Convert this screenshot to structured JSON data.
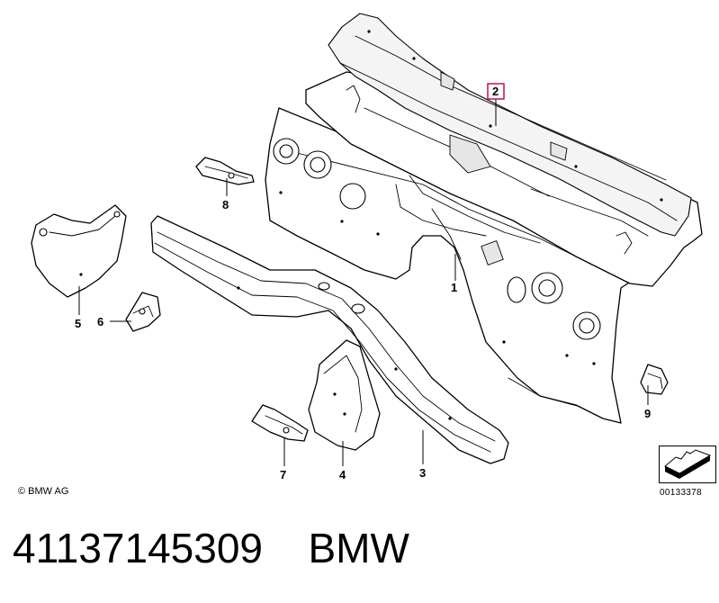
{
  "diagram": {
    "callouts": [
      {
        "id": "1",
        "label": "1"
      },
      {
        "id": "2",
        "label": "2",
        "highlight_color": "#c0003c"
      },
      {
        "id": "3",
        "label": "3"
      },
      {
        "id": "4",
        "label": "4"
      },
      {
        "id": "5",
        "label": "5"
      },
      {
        "id": "6",
        "label": "6"
      },
      {
        "id": "7",
        "label": "7"
      },
      {
        "id": "8",
        "label": "8"
      },
      {
        "id": "9",
        "label": "9"
      }
    ],
    "copyright": "© BMW AG",
    "reference_code": "00133378",
    "reference_icon": "orientation-arrow-icon"
  },
  "caption": {
    "part_number": "41137145309",
    "brand": "BMW"
  }
}
